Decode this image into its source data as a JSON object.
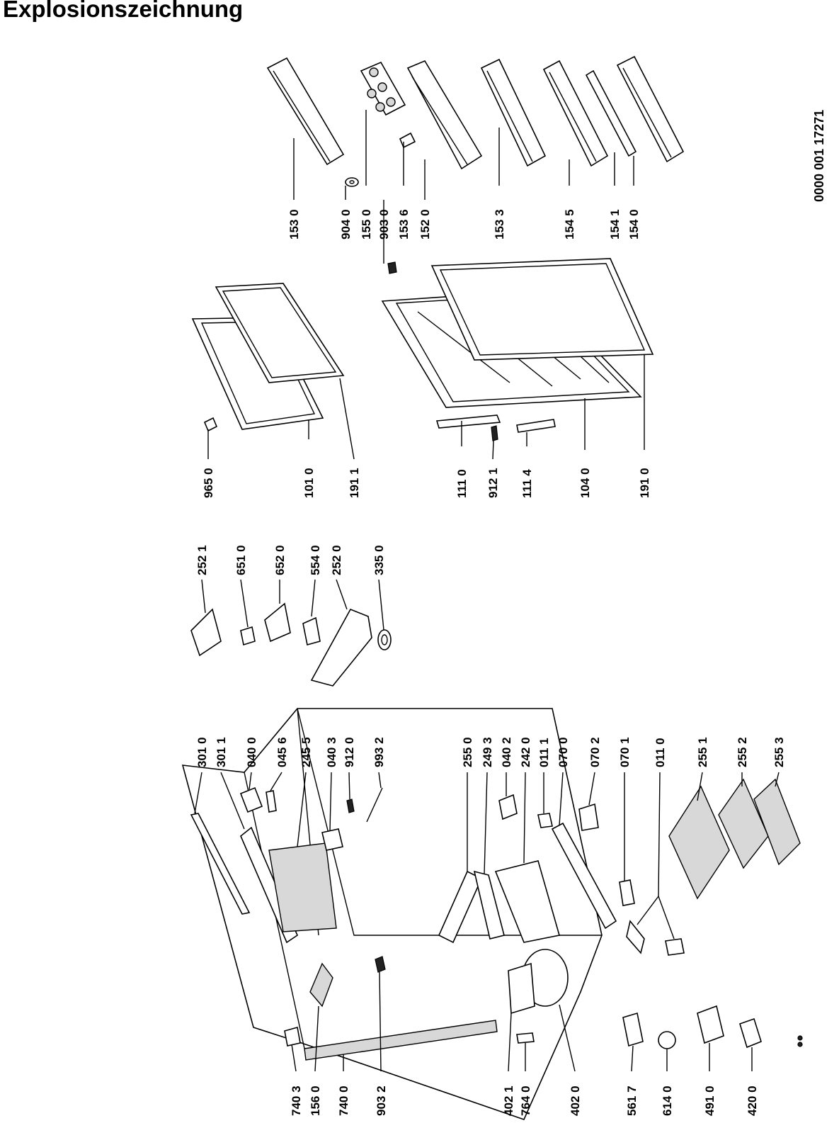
{
  "title": "Explosionszeichnung",
  "document_number": "0000 001 17271",
  "part_labels": {
    "p1530": "153 0",
    "p9040": "904 0",
    "p1550": "155 0",
    "p9030": "903 0",
    "p1536": "153 6",
    "p1520": "152 0",
    "p1533": "153 3",
    "p1545": "154 5",
    "p1541": "154 1",
    "p1540": "154 0",
    "p9650": "965 0",
    "p1010": "101 0",
    "p1911": "191 1",
    "p1110": "111 0",
    "p9121": "912 1",
    "p1114": "111 4",
    "p1040": "104 0",
    "p1910": "191 0",
    "p2521": "252 1",
    "p6510": "651 0",
    "p6520": "652 0",
    "p5540": "554 0",
    "p2520": "252 0",
    "p3350": "335 0",
    "p3010": "301 0",
    "p3011": "301 1",
    "p0400": "040 0",
    "p0456": "045 6",
    "p2455": "245 5",
    "p0403": "040 3",
    "p9120": "912 0",
    "p9932": "993 2",
    "p2550": "255 0",
    "p2493": "249 3",
    "p0402": "040 2",
    "p2420": "242 0",
    "p0111": "011 1",
    "p0700": "070 0",
    "p0702": "070 2",
    "p0701": "070 1",
    "p0110": "011 0",
    "p2551": "255 1",
    "p2552": "255 2",
    "p2553": "255 3",
    "p7403": "740 3",
    "p1560": "156 0",
    "p7400": "740 0",
    "p9032": "903 2",
    "p4021": "402 1",
    "p7640": "764 0",
    "p4020": "402 0",
    "p5617": "561 7",
    "p6140": "614 0",
    "p4910": "491 0",
    "p4200": "420 0"
  }
}
